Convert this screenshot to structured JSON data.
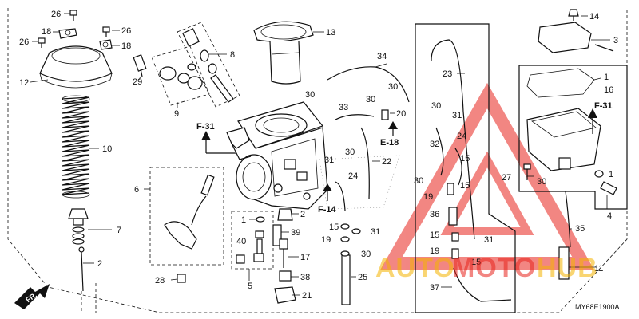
{
  "diagram_code": "MY68E1900A",
  "front_label": "FR.",
  "watermark": {
    "word_a": "AUTO",
    "word_b": "MOTO",
    "word_c": "HUB",
    "color_a": "#f5b400",
    "color_b": "#e8241d",
    "color_c": "#f5b400"
  },
  "section_refs": {
    "f31_left": "F-31",
    "f31_right": "F-31",
    "e18": "E-18",
    "f14": "F-14"
  },
  "part_numbers": {
    "p1a": "1",
    "p1b": "1",
    "p2": "2",
    "p2b": "2",
    "p3": "3",
    "p4": "4",
    "p5": "5",
    "p6": "6",
    "p7": "7",
    "p8": "8",
    "p9": "9",
    "p10": "10",
    "p11": "11",
    "p12": "12",
    "p13": "13",
    "p14": "14",
    "p15a": "15",
    "p15b": "15",
    "p15c": "15",
    "p15d": "15",
    "p15e": "15",
    "p16": "16",
    "p17": "17",
    "p18a": "18",
    "p18b": "18",
    "p19a": "19",
    "p19b": "19",
    "p19c": "19",
    "p20": "20",
    "p21": "21",
    "p22": "22",
    "p23": "23",
    "p24a": "24",
    "p24b": "24",
    "p25": "25",
    "p26a": "26",
    "p26b": "26",
    "p26c": "26",
    "p27": "27",
    "p28": "28",
    "p29": "29",
    "p30a": "30",
    "p30b": "30",
    "p30c": "30",
    "p30d": "30",
    "p30e": "30",
    "p30f": "30",
    "p30g": "30",
    "p30h": "30",
    "p31a": "31",
    "p31b": "31",
    "p31c": "31",
    "p31d": "31",
    "p31e": "31",
    "p32": "32",
    "p33": "33",
    "p34": "34",
    "p35": "35",
    "p36": "36",
    "p37": "37",
    "p38": "38",
    "p39": "39",
    "p40": "40"
  }
}
